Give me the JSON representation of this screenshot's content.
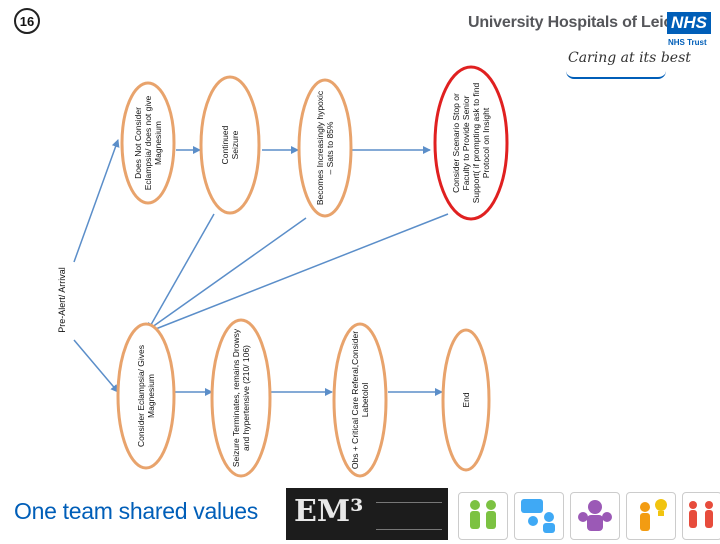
{
  "slide_number": "16",
  "header": {
    "organisation": "University Hospitals of Leicester",
    "nhs_badge": "NHS",
    "nhs_trust": "NHS Trust",
    "tagline": "Caring at its best"
  },
  "diagram": {
    "side_label": "Pre-Alert/ Arrival",
    "nodes": [
      {
        "id": "consider-eclampsia",
        "label": "Consider Eclampsia/ Gives Magnesium"
      },
      {
        "id": "does-not-consider",
        "label": "Does Not Consider Eclampsia/ does not give Magnesium"
      },
      {
        "id": "seizure-terminates",
        "label": "Seizure Terminates, remains Drowsy and hypertensive (210/ 106)"
      },
      {
        "id": "continued-seizure",
        "label": "Continued Seizure"
      },
      {
        "id": "obs-critical-care",
        "label": "Obs + Critical Care Referal,Consider Labetolol"
      },
      {
        "id": "becomes-hypoxic",
        "label": "Becomes Increasingly hypoxic – Sats to 85%"
      },
      {
        "id": "end",
        "label": "End"
      },
      {
        "id": "consider-stop",
        "label": "Consider Scenario Stop or Faculty to Provide Senior Support( if prompting ask to find Protocol on Insight"
      }
    ]
  },
  "footer": {
    "slogan": "One team shared values",
    "em3_mark": "EM³"
  },
  "colors": {
    "node_fill": "#ffffff",
    "node_border": "#e8a36c",
    "highlight_border": "#e02020",
    "arrow": "#5b8ec9",
    "brand_blue": "#005eb8"
  }
}
